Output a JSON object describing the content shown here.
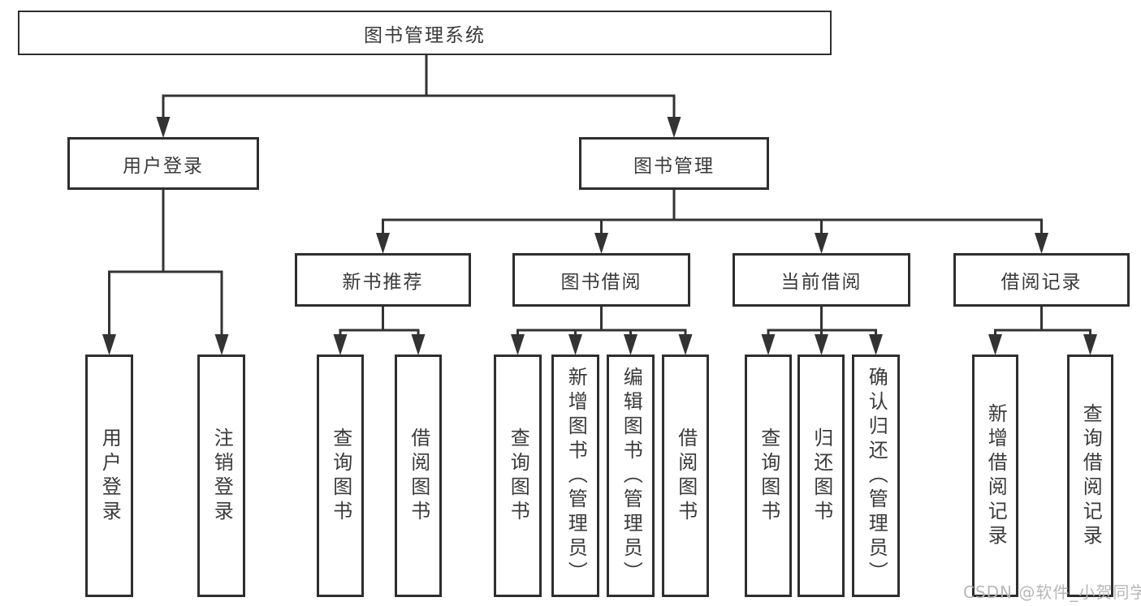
{
  "diagram_type": "tree",
  "colors": {
    "line": "#333333",
    "box_border": "#2e2e2e",
    "text": "#3a3a3a",
    "watermark": "#b4b4b4",
    "background": "#ffffff"
  },
  "tree": {
    "label": "图书管理系统",
    "children": [
      {
        "label": "用户登录",
        "children": [
          {
            "label": "用户登录"
          },
          {
            "label": "注销登录"
          }
        ]
      },
      {
        "label": "图书管理",
        "children": [
          {
            "label": "新书推荐",
            "children": [
              {
                "label": "查询图书"
              },
              {
                "label": "借阅图书"
              }
            ]
          },
          {
            "label": "图书借阅",
            "children": [
              {
                "label": "查询图书"
              },
              {
                "label": "新增图书（管理员）"
              },
              {
                "label": "编辑图书（管理员）"
              },
              {
                "label": "借阅图书"
              }
            ]
          },
          {
            "label": "当前借阅",
            "children": [
              {
                "label": "查询图书"
              },
              {
                "label": "归还图书"
              },
              {
                "label": "确认归还（管理员）"
              }
            ]
          },
          {
            "label": "借阅记录",
            "children": [
              {
                "label": "新增借阅记录"
              },
              {
                "label": "查询借阅记录"
              }
            ]
          }
        ]
      }
    ]
  },
  "watermark": {
    "text": "CSDN @软件_小贺同学"
  }
}
